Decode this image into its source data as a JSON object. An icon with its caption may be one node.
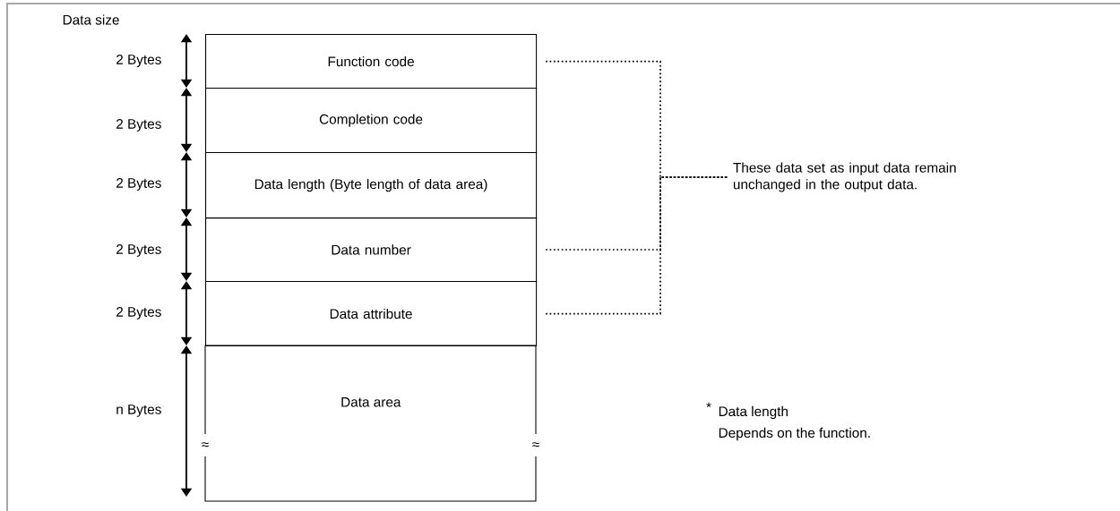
{
  "diagram": {
    "nodes": [
      {
        "text": [
          "Function code"
        ]
      },
      {
        "text": [
          "Completion code"
        ]
      },
      {
        "text": [
          "Data length (Byte length of data area)"
        ]
      },
      {
        "text": [
          "Data number"
        ]
      },
      {
        "text": [
          "Data attribute"
        ]
      },
      {
        "text": [
          "Data area"
        ]
      },
      {
        "text": [
          "These data set as input data remain unchanged in the output data."
        ]
      }
    ],
    "edges": [
      {
        "from": 0,
        "to": 6,
        "arrow": "none",
        "style": "dashed"
      },
      {
        "from": 3,
        "to": 6,
        "arrow": "none",
        "style": "dashed"
      },
      {
        "from": 4,
        "to": 6,
        "arrow": "none",
        "style": "dashed"
      }
    ],
    "labels": [
      "Data size",
      "2 Bytes",
      "2 Bytes",
      "2 Bytes",
      "2 Bytes",
      "2 Bytes",
      "n Bytes",
      "≈",
      "≈",
      "*",
      "Data length",
      "Depends on the function."
    ]
  }
}
